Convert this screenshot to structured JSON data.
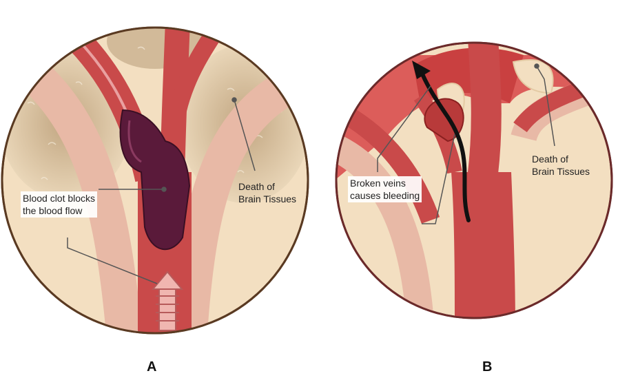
{
  "panels": {
    "a": {
      "clot_label": "Blood clot blocks\nthe blood flow",
      "death_label": "Death of\nBrain Tissues",
      "caption": "A"
    },
    "b": {
      "bleed_label": "Broken veins\ncauses bleeding",
      "death_label": "Death of\nBrain Tissues",
      "caption": "B"
    }
  },
  "colors": {
    "tissue": "#f3dfc1",
    "necrosis": "#c9b08e",
    "vessel": "#c94a4a",
    "vessel_dark": "#9e2b2b",
    "clot": "#5a1a3a",
    "bleed": "#d94f4f",
    "arrow": "#111111"
  }
}
